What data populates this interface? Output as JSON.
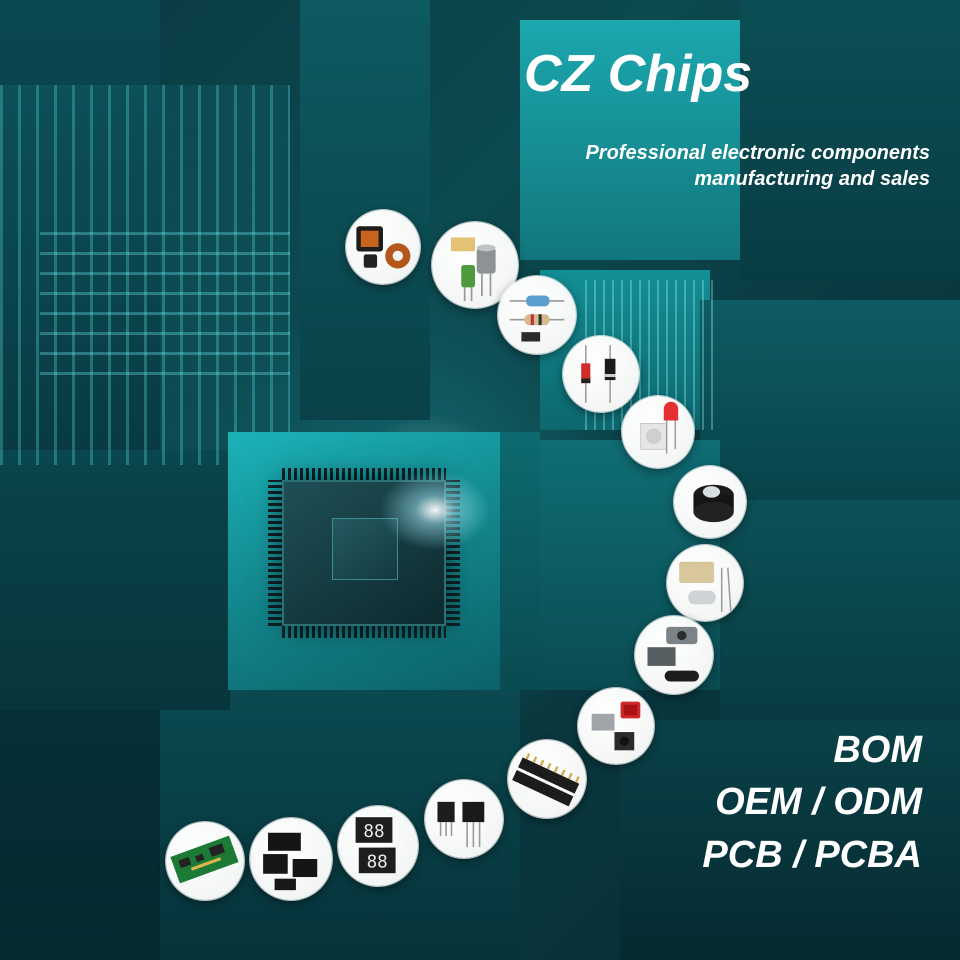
{
  "brand": {
    "name": "CZ Chips",
    "tagline_line1": "Professional electronic components",
    "tagline_line2": "manufacturing and sales"
  },
  "services": [
    "BOM",
    "OEM / ODM",
    "PCB / PCBA"
  ],
  "component_icons": [
    "inductor-coil-icon",
    "capacitor-icon",
    "resistor-icon",
    "diode-icon",
    "led-icon",
    "buzzer-icon",
    "crystal-oscillator-icon",
    "connector-icon",
    "switch-icon",
    "pin-header-icon",
    "transistor-icon",
    "seven-segment-display-icon",
    "ic-package-icon",
    "pcb-board-icon"
  ],
  "colors": {
    "background": "#0c4a50",
    "accent_cyan": "#1bb3b8",
    "text": "#ffffff"
  }
}
